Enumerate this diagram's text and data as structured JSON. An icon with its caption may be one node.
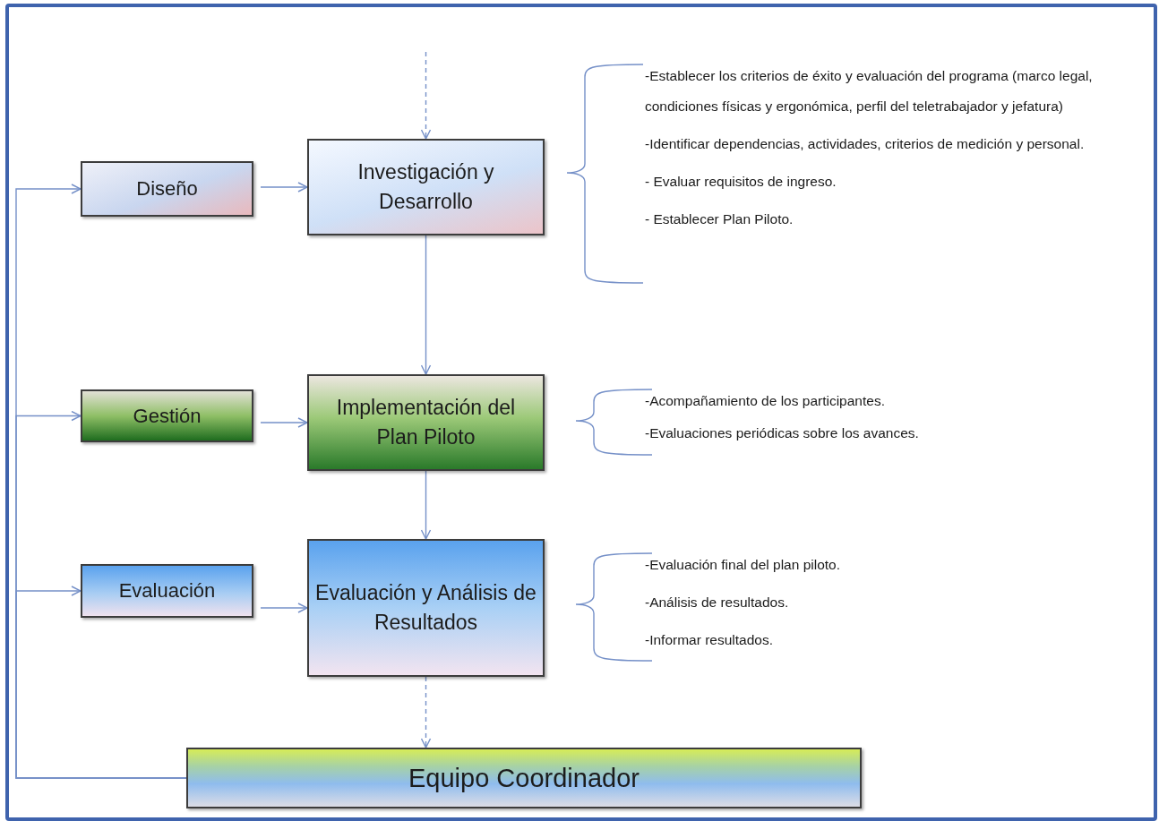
{
  "diagram": {
    "nodes": [
      {
        "text": [
          "Diseño"
        ]
      },
      {
        "text": [
          "Investigación y Desarrollo"
        ],
        "beside": [
          "-Establecer los criterios de éxito y evaluación del programa (marco legal, condiciones físicas y ergonómica, perfil del teletrabajador y jefatura)",
          "-Identificar dependencias, actividades, criterios de medición y personal.",
          "- Evaluar requisitos de ingreso.",
          "- Establecer Plan Piloto."
        ]
      },
      {
        "text": [
          "Gestión"
        ]
      },
      {
        "text": [
          "Implementación del Plan Piloto"
        ],
        "beside": [
          "-Acompañamiento de los participantes.",
          "-Evaluaciones periódicas sobre los avances."
        ]
      },
      {
        "text": [
          "Evaluación"
        ]
      },
      {
        "text": [
          "Evaluación y Análisis de Resultados"
        ],
        "beside": [
          "-Evaluación final del plan piloto.",
          "-Análisis de resultados.",
          "-Informar resultados."
        ]
      },
      {
        "text": [
          "Equipo Coordinador"
        ]
      }
    ],
    "edges": [
      {
        "from": null,
        "to": 1,
        "arrow": "to",
        "style": "dashed"
      },
      {
        "from": 0,
        "to": 1,
        "arrow": "to"
      },
      {
        "from": 1,
        "to": 3,
        "arrow": "to"
      },
      {
        "from": 2,
        "to": 3,
        "arrow": "to"
      },
      {
        "from": 3,
        "to": 5,
        "arrow": "to"
      },
      {
        "from": 4,
        "to": 5,
        "arrow": "to"
      },
      {
        "from": 5,
        "to": 6,
        "arrow": "to",
        "style": "dashed"
      },
      {
        "from": 6,
        "to": 0,
        "arrow": "to"
      },
      {
        "from": 6,
        "to": 2,
        "arrow": "to"
      },
      {
        "from": 6,
        "to": 4,
        "arrow": "to"
      }
    ]
  }
}
